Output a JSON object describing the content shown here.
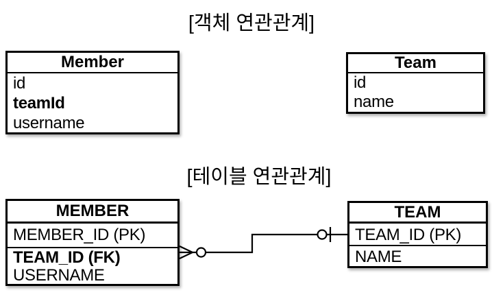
{
  "colors": {
    "background": "#ffffff",
    "line": "#000000",
    "text": "#000000"
  },
  "object_diagram": {
    "title": "[객체 연관관계]",
    "entities": [
      {
        "name": "Member",
        "fields": [
          {
            "text": "id",
            "bold": false
          },
          {
            "text": "teamId",
            "bold": true
          },
          {
            "text": "username",
            "bold": false
          }
        ]
      },
      {
        "name": "Team",
        "fields": [
          {
            "text": "id",
            "bold": false
          },
          {
            "text": "name",
            "bold": false
          }
        ]
      }
    ]
  },
  "table_diagram": {
    "title": "[테이블 연관관계]",
    "tables": [
      {
        "name": "MEMBER",
        "columns": [
          {
            "text": "MEMBER_ID (PK)",
            "bold": false
          },
          {
            "text": "TEAM_ID (FK)",
            "bold": true
          },
          {
            "text": "USERNAME",
            "bold": false
          }
        ]
      },
      {
        "name": "TEAM",
        "columns": [
          {
            "text": "TEAM_ID (PK)",
            "bold": false
          },
          {
            "text": "NAME",
            "bold": false
          }
        ]
      }
    ],
    "relationship": {
      "from_table": "MEMBER",
      "to_table": "TEAM",
      "from_cardinality": "zero-or-many",
      "to_cardinality": "zero-or-one",
      "notation": "crow-foot"
    }
  }
}
